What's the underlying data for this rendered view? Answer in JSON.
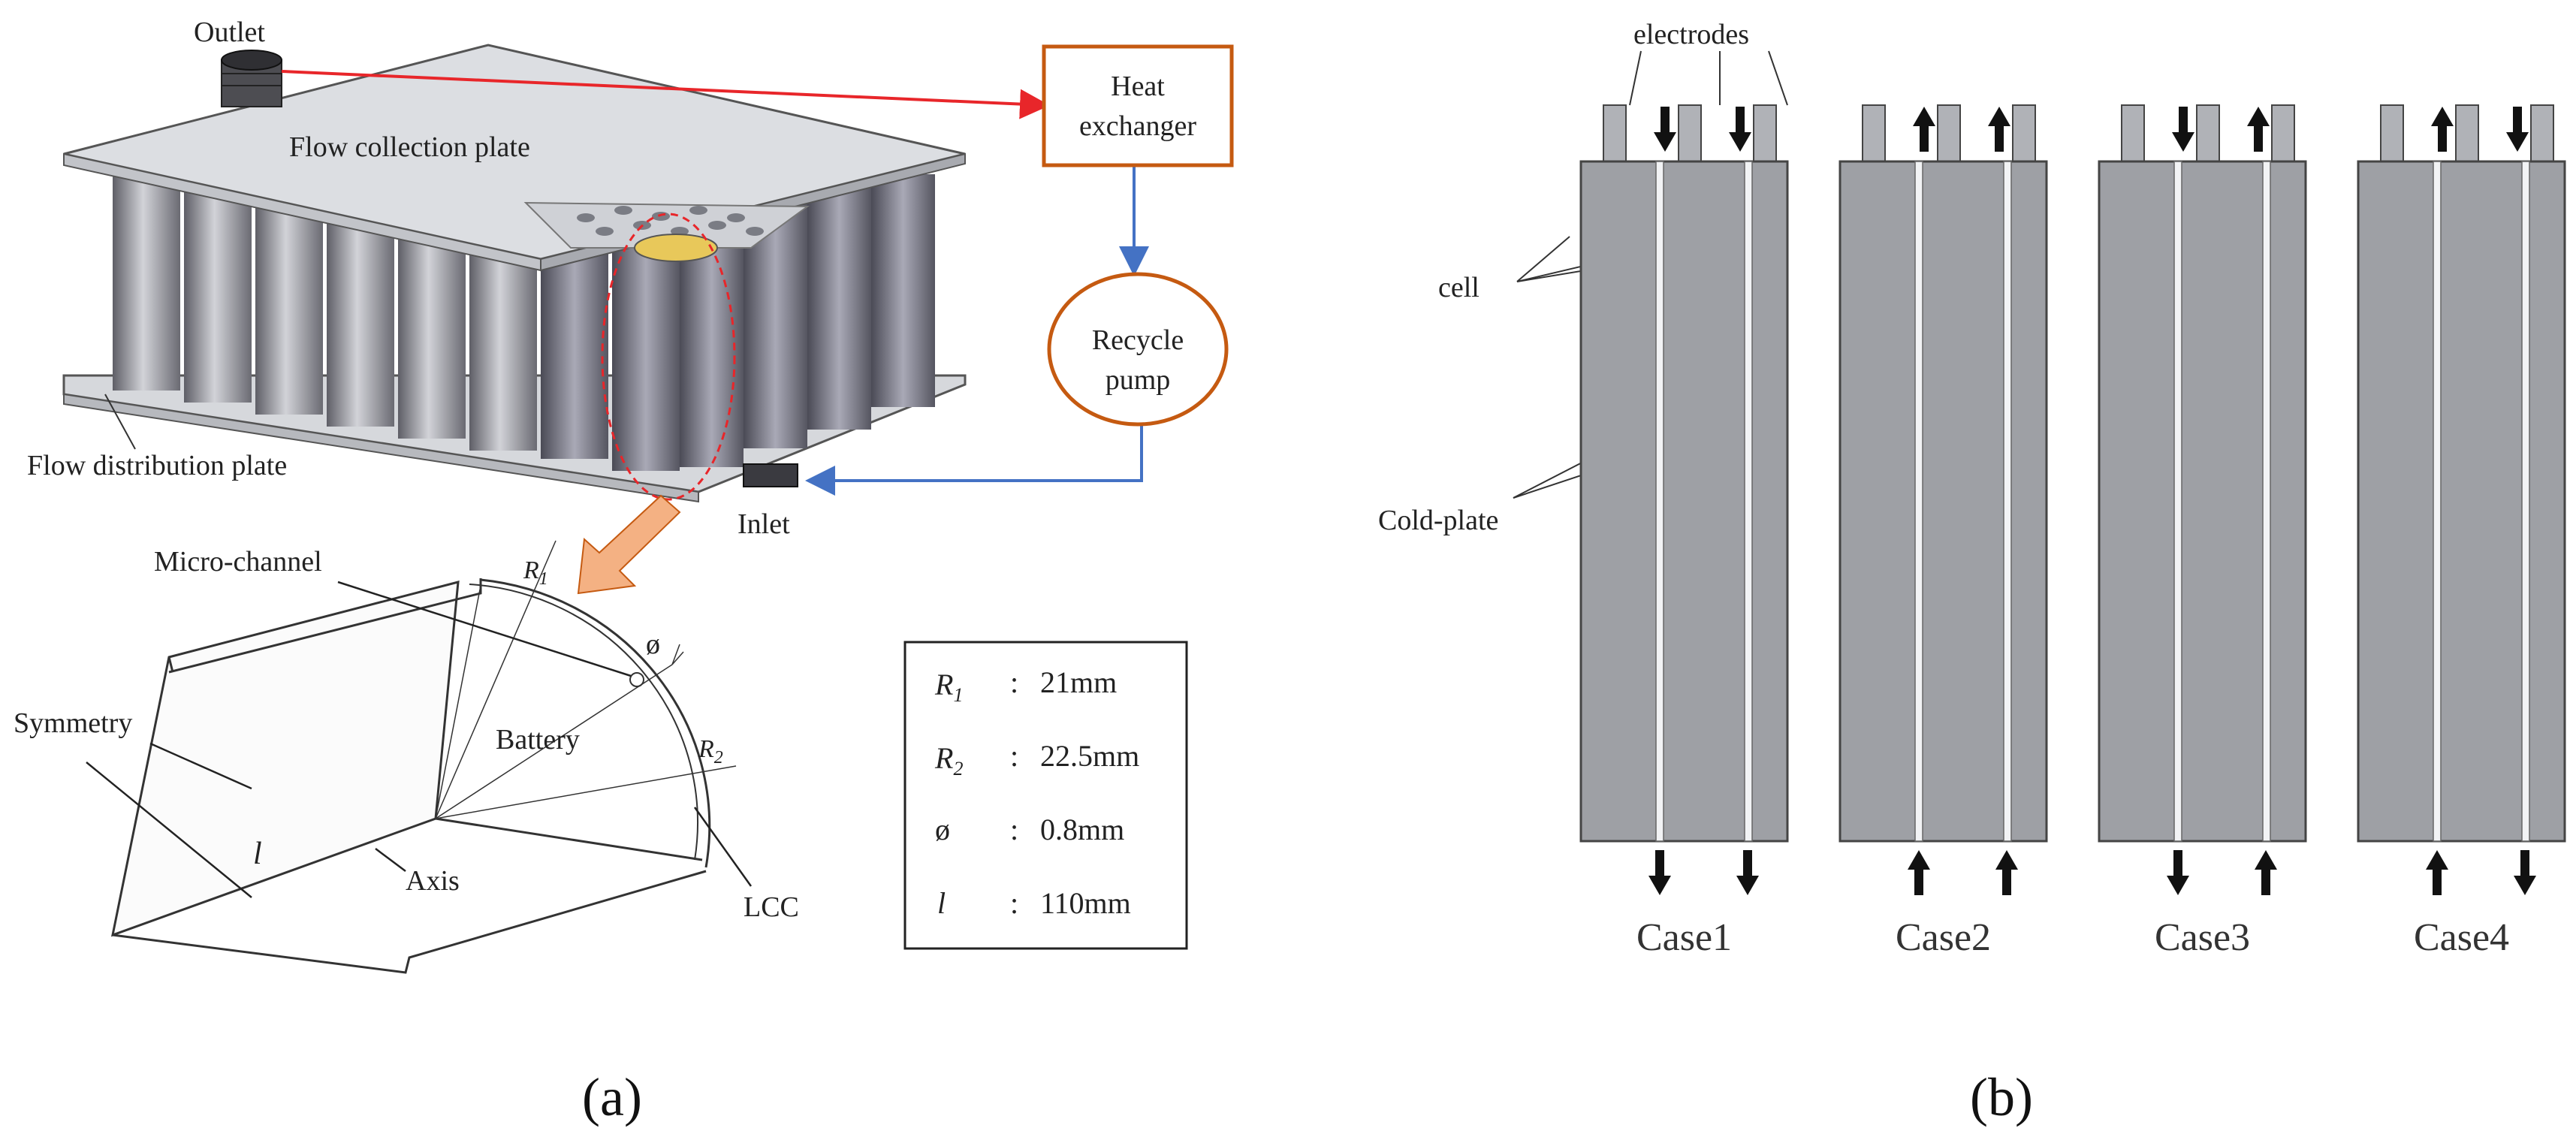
{
  "panel_a": {
    "label": "(a)",
    "outlet": "Outlet",
    "flow_collection_plate": "Flow collection plate",
    "flow_distribution_plate": "Flow distribution plate",
    "inlet": "Inlet",
    "heat_exchanger": [
      "Heat",
      "exchanger"
    ],
    "recycle_pump": [
      "Recycle",
      "pump"
    ],
    "micro_channel": "Micro-channel",
    "symmetry": "Symmetry",
    "battery": "Battery",
    "axis": "Axis",
    "lcc": "LCC",
    "r1_marker": "R",
    "r1_sub": "1",
    "r2_marker": "R",
    "r2_sub": "2",
    "phi_marker": "ø",
    "length_marker": "l",
    "params": [
      {
        "sym": "R",
        "sub": "1",
        "sep": ":",
        "val": "21mm"
      },
      {
        "sym": "R",
        "sub": "2",
        "sep": ":",
        "val": "22.5mm"
      },
      {
        "sym": "ø",
        "sub": "",
        "sep": ":",
        "val": "0.8mm"
      },
      {
        "sym": "l",
        "sub": "",
        "sep": ":",
        "val": "110mm"
      }
    ]
  },
  "panel_b": {
    "label": "(b)",
    "electrodes": "electrodes",
    "cell": "cell",
    "cold_plate": "Cold-plate",
    "cases": [
      {
        "name": "Case1",
        "top": [
          "down",
          "down"
        ],
        "bottom": [
          "down",
          "down"
        ]
      },
      {
        "name": "Case2",
        "top": [
          "up",
          "up"
        ],
        "bottom": [
          "up",
          "up"
        ]
      },
      {
        "name": "Case3",
        "top": [
          "down",
          "up"
        ],
        "bottom": [
          "down",
          "up"
        ]
      },
      {
        "name": "Case4",
        "top": [
          "up",
          "down"
        ],
        "bottom": [
          "up",
          "down"
        ]
      }
    ]
  },
  "colors": {
    "red_arrow": "#e8262a",
    "blue_arrow": "#4472c4",
    "box_border": "#c55a11",
    "orange_arrow": "#f4b183",
    "cell_gray": "#9ea0a5"
  }
}
